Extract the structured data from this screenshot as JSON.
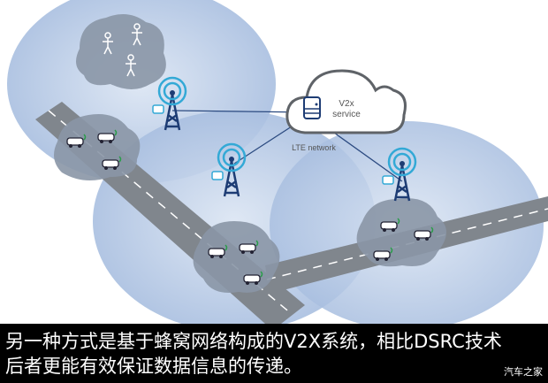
{
  "diagram": {
    "cloud_label_line1": "V2x",
    "cloud_label_line2": "service",
    "network_label": "LTE network",
    "colors": {
      "coverage": "#b9cbe6",
      "road": "#7f858c",
      "cloud": "#5f6368",
      "link": "#2b4a80",
      "tower": "#1d3c74",
      "signal": "#33a9d6"
    }
  },
  "caption": {
    "line1": "另一种方式是基于蜂窝网络构成的V2X系统，相比DSRC技术",
    "line2": "后者更能有效保证数据信息的传递。",
    "watermark": "汽车之家"
  }
}
